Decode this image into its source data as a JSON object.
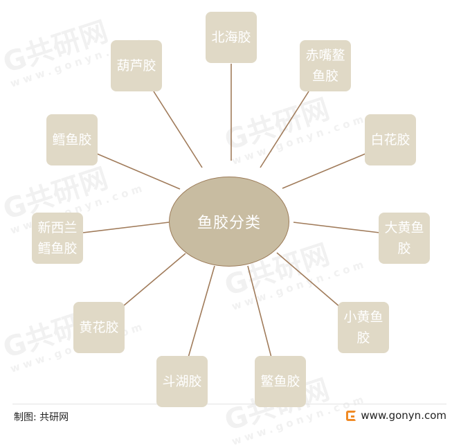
{
  "diagram": {
    "center": "鱼胶分类",
    "nodes": [
      "北海胶",
      "赤嘴鳌\n鱼胶",
      "白花胶",
      "大黄鱼\n胶",
      "小黄鱼\n胶",
      "鳘鱼胶",
      "斗湖胶",
      "黄花胶",
      "新西兰\n鳕鱼胶",
      "鳕鱼胶",
      "葫芦胶"
    ]
  },
  "watermark": {
    "brand": "共研网",
    "url": "www.gonyn.com"
  },
  "footer": {
    "source": "制图: 共研网",
    "url": "www.gonyn.com"
  },
  "colors": {
    "node": "#e0d9c6",
    "hub": "#c8bca1",
    "connector": "#a07b5a",
    "brand_icon": "#f08a24"
  }
}
